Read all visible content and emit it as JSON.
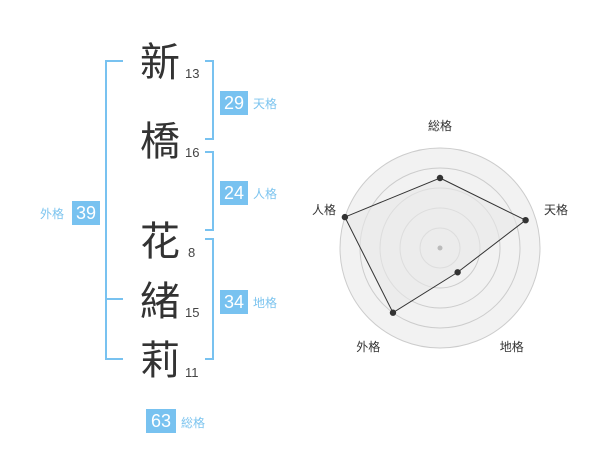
{
  "name": {
    "surname": [
      {
        "char": "新",
        "strokes": "13"
      },
      {
        "char": "橋",
        "strokes": "16"
      }
    ],
    "given": [
      {
        "char": "花",
        "strokes": "8"
      },
      {
        "char": "緒",
        "strokes": "15"
      },
      {
        "char": "莉",
        "strokes": "11"
      }
    ]
  },
  "kakusu": {
    "tenkaku": {
      "value": "29",
      "label": "天格"
    },
    "jinkaku": {
      "value": "24",
      "label": "人格"
    },
    "chikaku": {
      "value": "34",
      "label": "地格"
    },
    "gaikaku": {
      "value": "39",
      "label": "外格"
    },
    "soukaku": {
      "value": "63",
      "label": "総格"
    }
  },
  "colors": {
    "accent": "#78c2f0",
    "accent_text": "#7cc4ef",
    "text": "#333333",
    "grid_fill": "#f2f2f2",
    "grid_stroke": "#cccccc",
    "polygon_fill": "#e8e8e8",
    "polygon_stroke": "#333333"
  },
  "chart_data": {
    "type": "radar",
    "axes": [
      "総格",
      "天格",
      "地格",
      "外格",
      "人格"
    ],
    "rings": 5,
    "values": [
      3.5,
      4.5,
      1.5,
      4,
      5
    ],
    "max": 5
  }
}
